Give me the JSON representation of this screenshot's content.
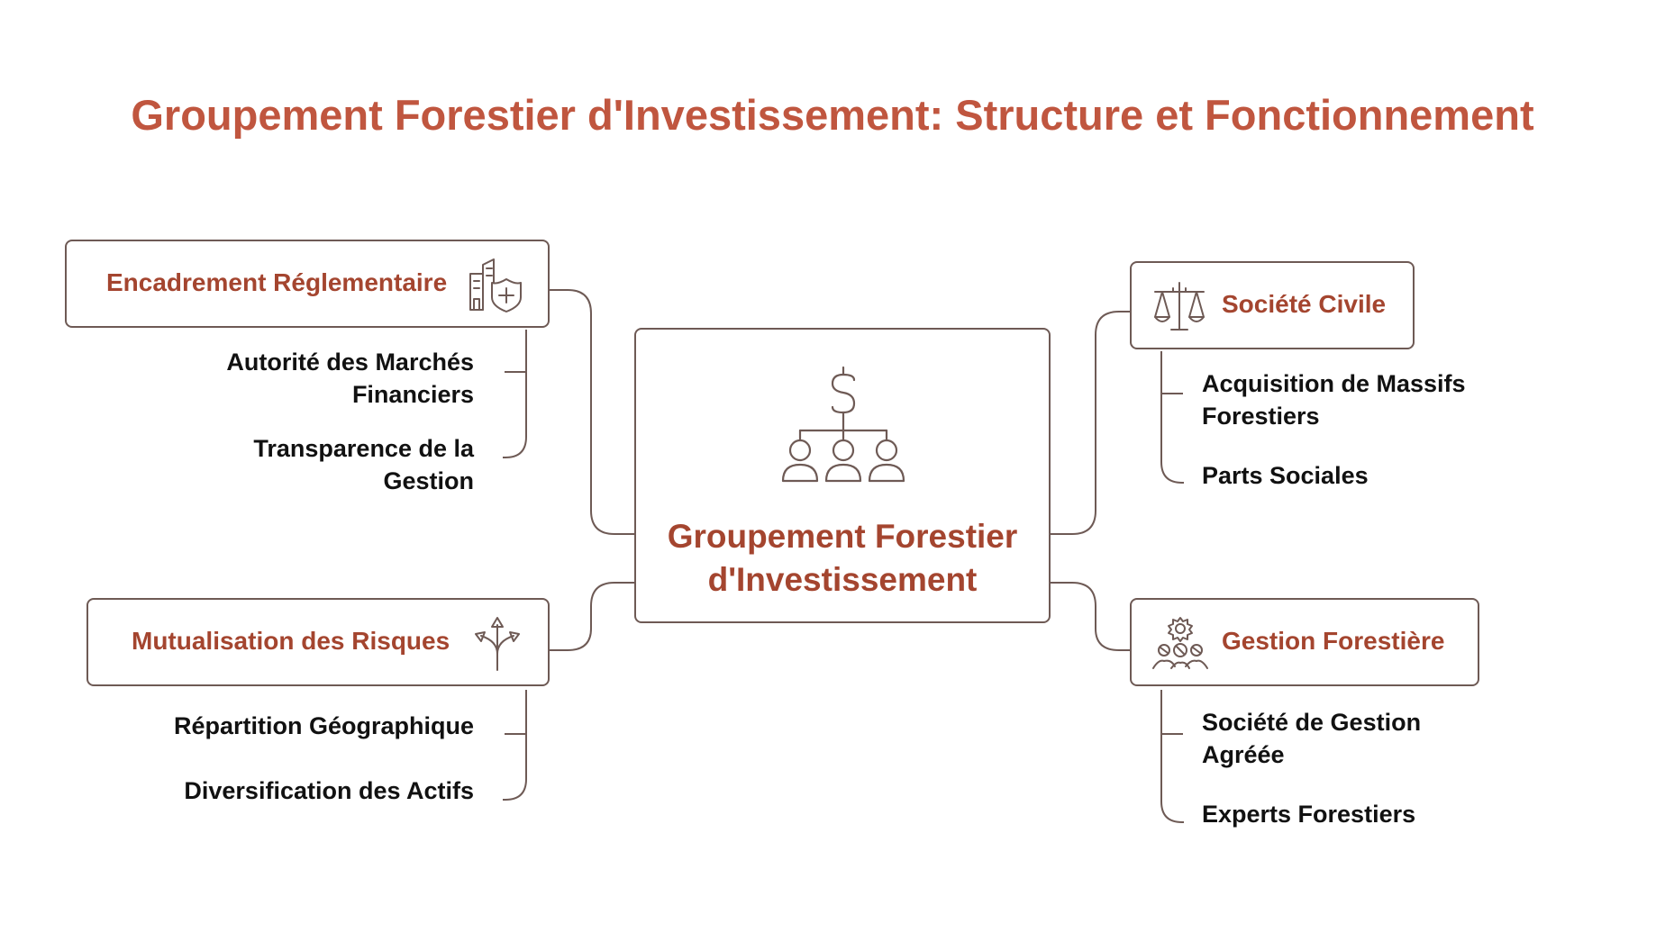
{
  "title": "Groupement Forestier d'Investissement: Structure et Fonctionnement",
  "center": {
    "line1": "Groupement Forestier",
    "line2": "d'Investissement",
    "icon": "dollar-organization-icon"
  },
  "branches": {
    "encadrement": {
      "label": "Encadrement Réglementaire",
      "icon": "building-shield-icon",
      "items": [
        {
          "line1": "Autorité des Marchés",
          "line2": "Financiers"
        },
        {
          "line1": "Transparence de la",
          "line2": "Gestion"
        }
      ]
    },
    "mutualisation": {
      "label": "Mutualisation des Risques",
      "icon": "diverging-arrows-icon",
      "items": [
        {
          "line1": "Répartition Géographique"
        },
        {
          "line1": "Diversification des Actifs"
        }
      ]
    },
    "societe_civile": {
      "label": "Société Civile",
      "icon": "balance-scale-icon",
      "items": [
        {
          "line1": "Acquisition de Massifs",
          "line2": "Forestiers"
        },
        {
          "line1": "Parts Sociales"
        }
      ]
    },
    "gestion": {
      "label": "Gestion Forestière",
      "icon": "gear-team-icon",
      "items": [
        {
          "line1": "Société de Gestion",
          "line2": "Agréée"
        },
        {
          "line1": "Experts Forestiers"
        }
      ]
    }
  },
  "colors": {
    "title": "#c0563f",
    "label": "#a4452f",
    "line": "#6e5a55",
    "text": "#111111"
  }
}
